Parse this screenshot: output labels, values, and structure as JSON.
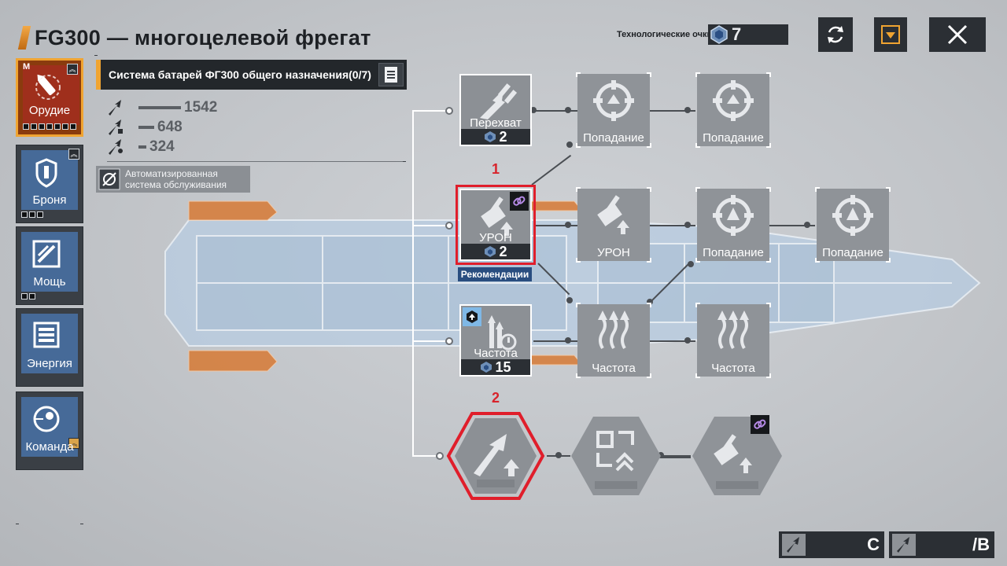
{
  "title": "FG300 — многоцелевой фрегат",
  "tech_points": {
    "label": "Технологические очки:",
    "value": "7"
  },
  "top_buttons": [
    "refresh-icon",
    "filter-dropdown-icon",
    "close-icon"
  ],
  "sidebar": {
    "items": [
      {
        "label": "Орудие",
        "active": true,
        "badge": "M",
        "pips": 7
      },
      {
        "label": "Броня",
        "pips": 3
      },
      {
        "label": "Мощь",
        "pips": 2
      },
      {
        "label": "Энергия",
        "pips": 0
      },
      {
        "label": "Команда",
        "pips": 0
      }
    ]
  },
  "panel": {
    "title": "Система батарей ФГ300 общего назначения(0/7)",
    "stats": [
      {
        "value": "1542"
      },
      {
        "value": "648"
      },
      {
        "value": "324"
      }
    ],
    "auto_line1": "Автоматизированная",
    "auto_line2": "система обслуживания"
  },
  "tree": {
    "row1": {
      "main": "Перехват",
      "main_cost": "2",
      "n2": "Попадание",
      "n3": "Попадание"
    },
    "row2": {
      "main": "УРОН",
      "main_cost": "2",
      "n2": "УРОН",
      "n3": "Попадание",
      "n4": "Попадание"
    },
    "row3": {
      "main": "Частота",
      "main_cost": "15",
      "n2": "Частота",
      "n3": "Частота"
    },
    "recommend": "Рекомендации"
  },
  "annotations": {
    "h1": "1",
    "h2": "2"
  },
  "bottom_keys": [
    {
      "letter": "C"
    },
    {
      "letter": "/B"
    }
  ],
  "colors": {
    "accent": "#f0a431",
    "highlight": "#e01e2b",
    "panel": "#23272b"
  }
}
